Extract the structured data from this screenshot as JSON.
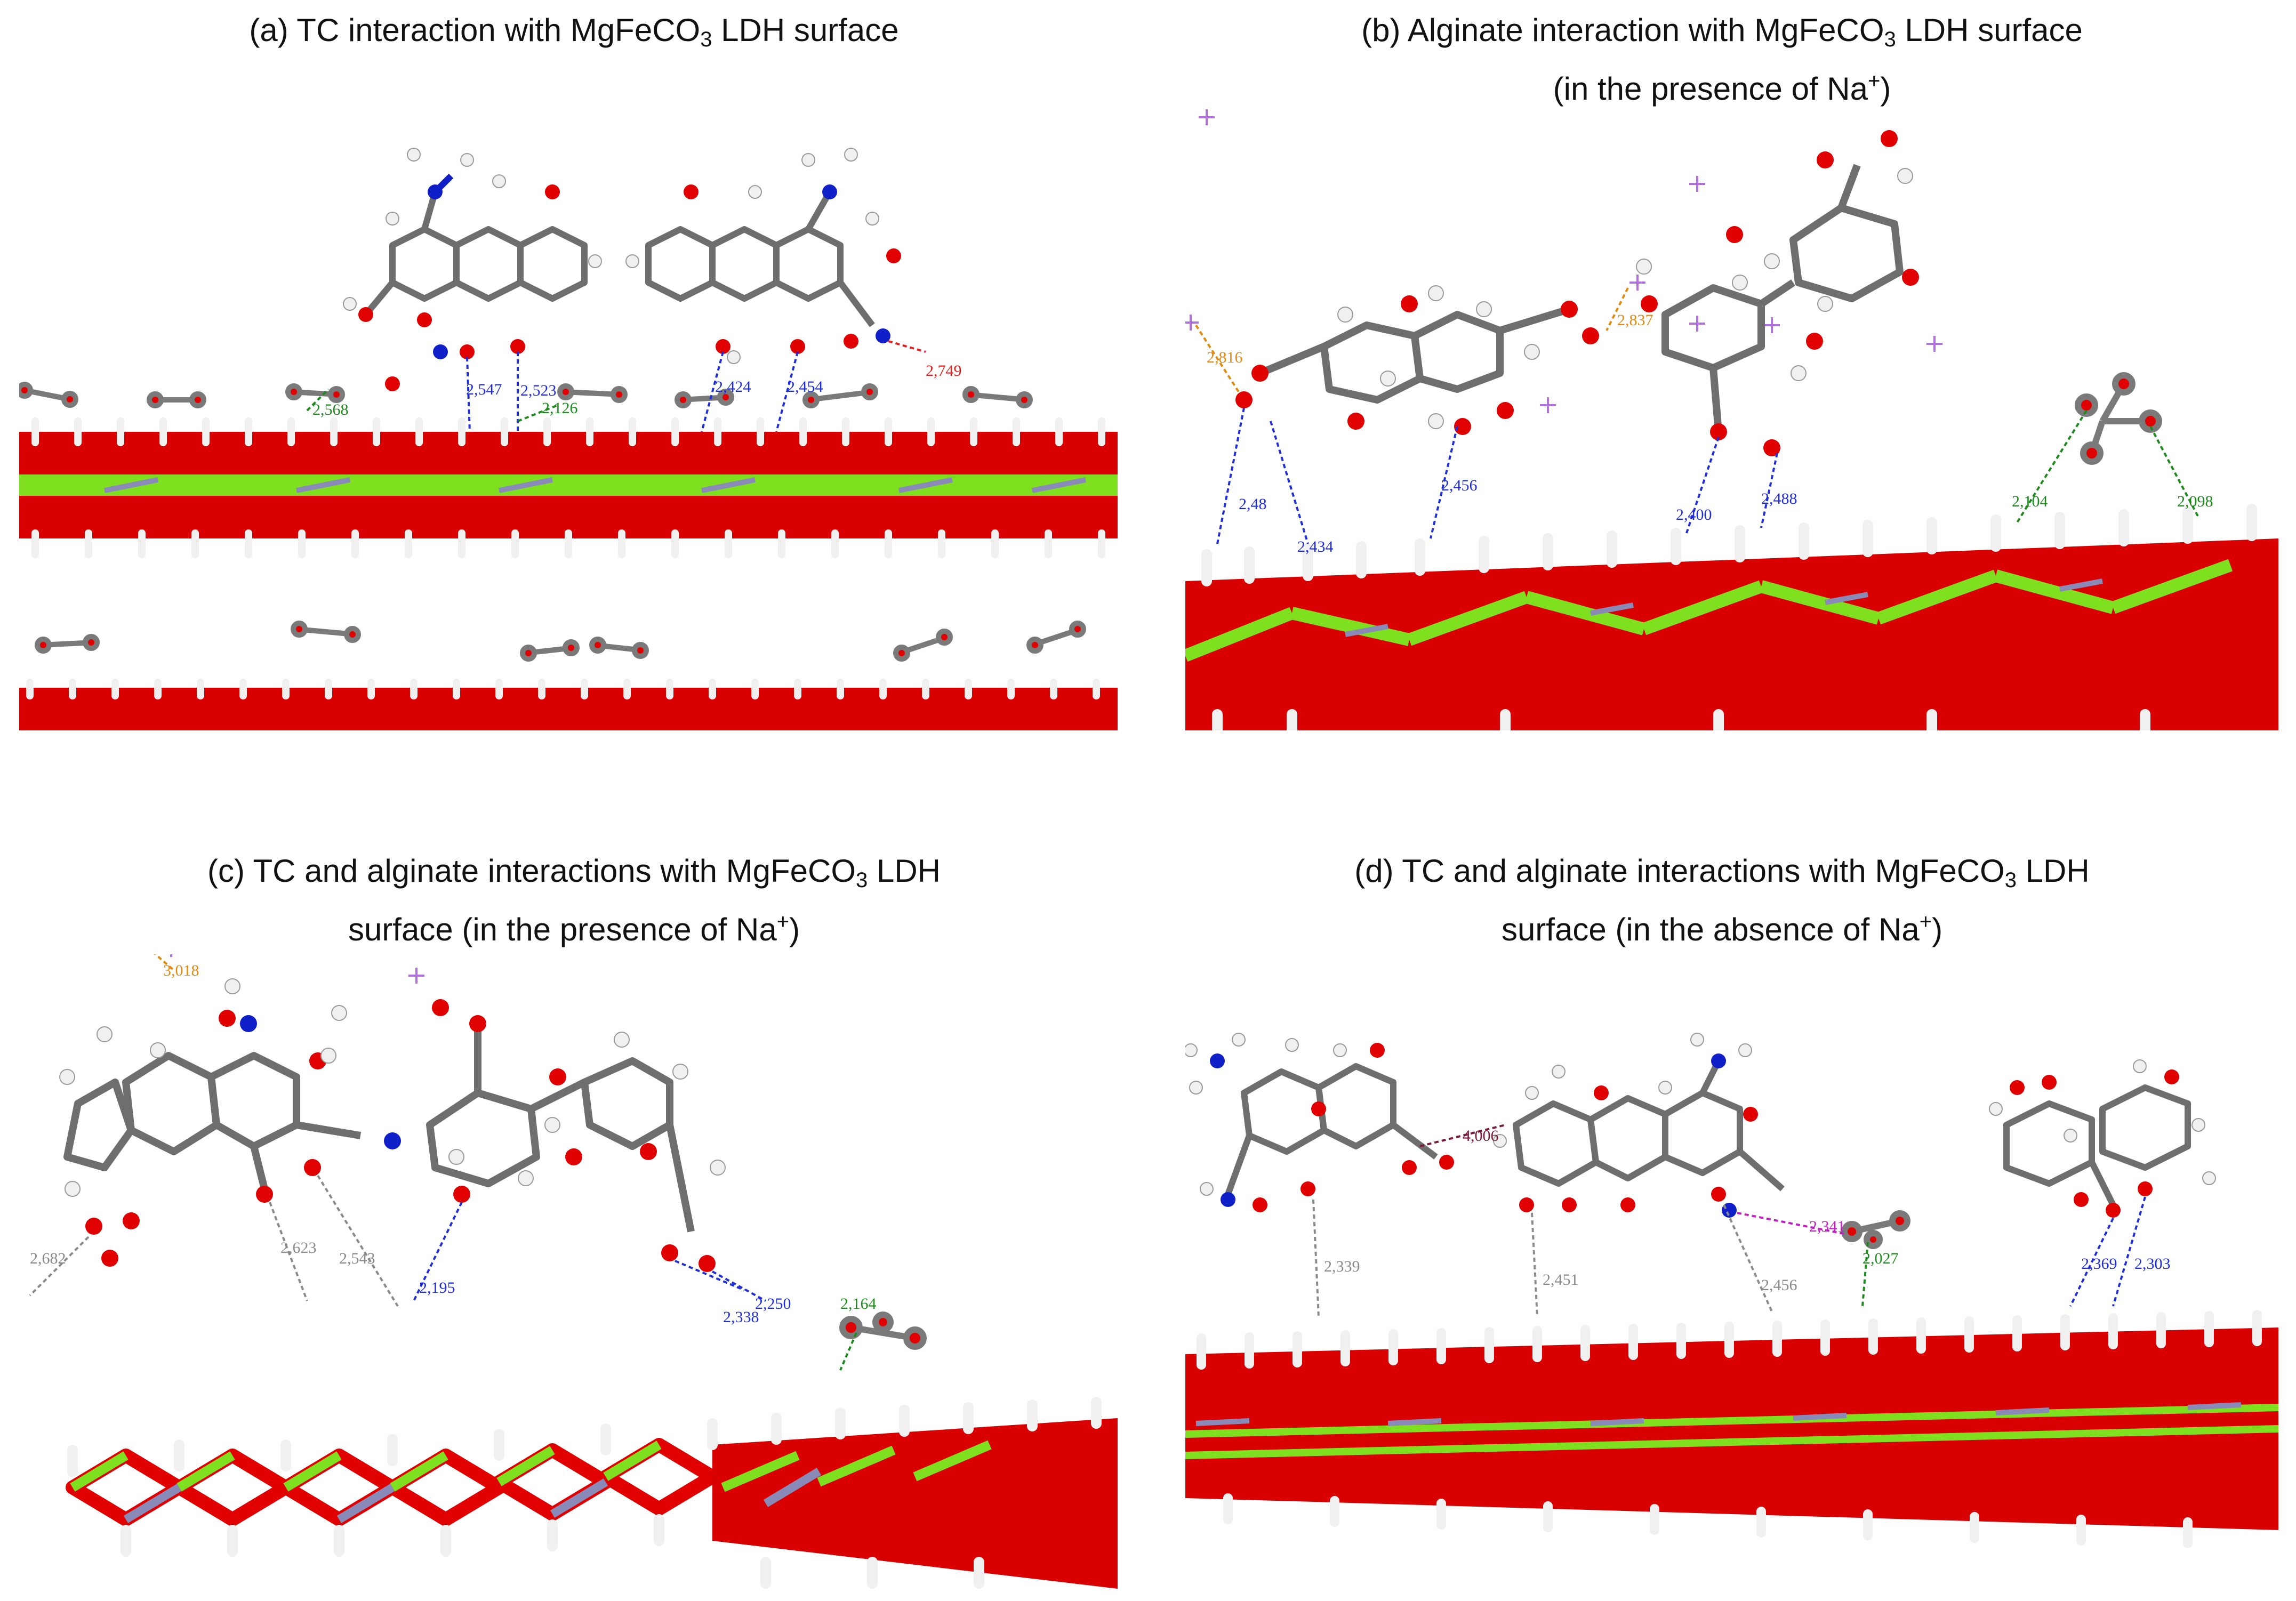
{
  "panels": [
    {
      "id": "a",
      "title_main": "(a) TC interaction with MgFeCO",
      "title_sub": "3",
      "title_rest": " LDH surface",
      "title_line2": "",
      "distances": [
        {
          "text": "2,568",
          "color": "#1e8a1e"
        },
        {
          "text": "2,547",
          "color": "#1f2ed6"
        },
        {
          "text": "2,523",
          "color": "#1f2ed6"
        },
        {
          "text": "2,126",
          "color": "#1e8a1e"
        },
        {
          "text": "2,424",
          "color": "#1f2ed6"
        },
        {
          "text": "2,454",
          "color": "#1f2ed6"
        },
        {
          "text": "2,749",
          "color": "#e02020"
        }
      ]
    },
    {
      "id": "b",
      "title_main": "(b) Alginate interaction with MgFeCO",
      "title_sub": "3",
      "title_rest": " LDH surface",
      "title_line2": "(in the presence of Na",
      "title_sup": "+",
      "title_line2_end": ")",
      "distances": [
        {
          "text": "2,816",
          "color": "#e08a10"
        },
        {
          "text": "2,837",
          "color": "#e08a10"
        },
        {
          "text": "2,48",
          "color": "#1f2ed6"
        },
        {
          "text": "2,434",
          "color": "#1f2ed6"
        },
        {
          "text": "2,456",
          "color": "#1f2ed6"
        },
        {
          "text": "2,400",
          "color": "#1f2ed6"
        },
        {
          "text": "2,488",
          "color": "#1f2ed6"
        },
        {
          "text": "2,104",
          "color": "#1e8a1e"
        },
        {
          "text": "2,098",
          "color": "#1e8a1e"
        }
      ]
    },
    {
      "id": "c",
      "title_main": "(c) TC and alginate interactions with MgFeCO",
      "title_sub": "3",
      "title_rest": " LDH",
      "title_line2": "surface (in the presence of Na",
      "title_sup": "+",
      "title_line2_end": ")",
      "distances": [
        {
          "text": "3,018",
          "color": "#e08a10"
        },
        {
          "text": "2,682",
          "color": "#8a8a8a"
        },
        {
          "text": "2,623",
          "color": "#8a8a8a"
        },
        {
          "text": "2,543",
          "color": "#8a8a8a"
        },
        {
          "text": "2,195",
          "color": "#1f2ed6"
        },
        {
          "text": "2,338",
          "color": "#1f2ed6"
        },
        {
          "text": "2,250",
          "color": "#1f2ed6"
        },
        {
          "text": "2,164",
          "color": "#1e8a1e"
        }
      ]
    },
    {
      "id": "d",
      "title_main": "(d) TC and alginate interactions with MgFeCO",
      "title_sub": "3",
      "title_rest": " LDH",
      "title_line2": "surface (in the absence of Na",
      "title_sup": "+",
      "title_line2_end": ")",
      "distances": [
        {
          "text": "4,006",
          "color": "#7a1a3a"
        },
        {
          "text": "2,339",
          "color": "#8a8a8a"
        },
        {
          "text": "2,451",
          "color": "#8a8a8a"
        },
        {
          "text": "2,456",
          "color": "#8a8a8a"
        },
        {
          "text": "2,341",
          "color": "#c020c0"
        },
        {
          "text": "2,027",
          "color": "#1e8a1e"
        },
        {
          "text": "2,369",
          "color": "#1f2ed6"
        },
        {
          "text": "2,303",
          "color": "#1f2ed6"
        }
      ]
    }
  ],
  "colors": {
    "oxygen": "#e00000",
    "carbon": "#6e6e6e",
    "hydrogen": "#f0f0f0",
    "nitrogen": "#1020c8",
    "magnesium": "#7fe020",
    "iron": "#8a8ab8",
    "sodium": "#b070e0"
  }
}
